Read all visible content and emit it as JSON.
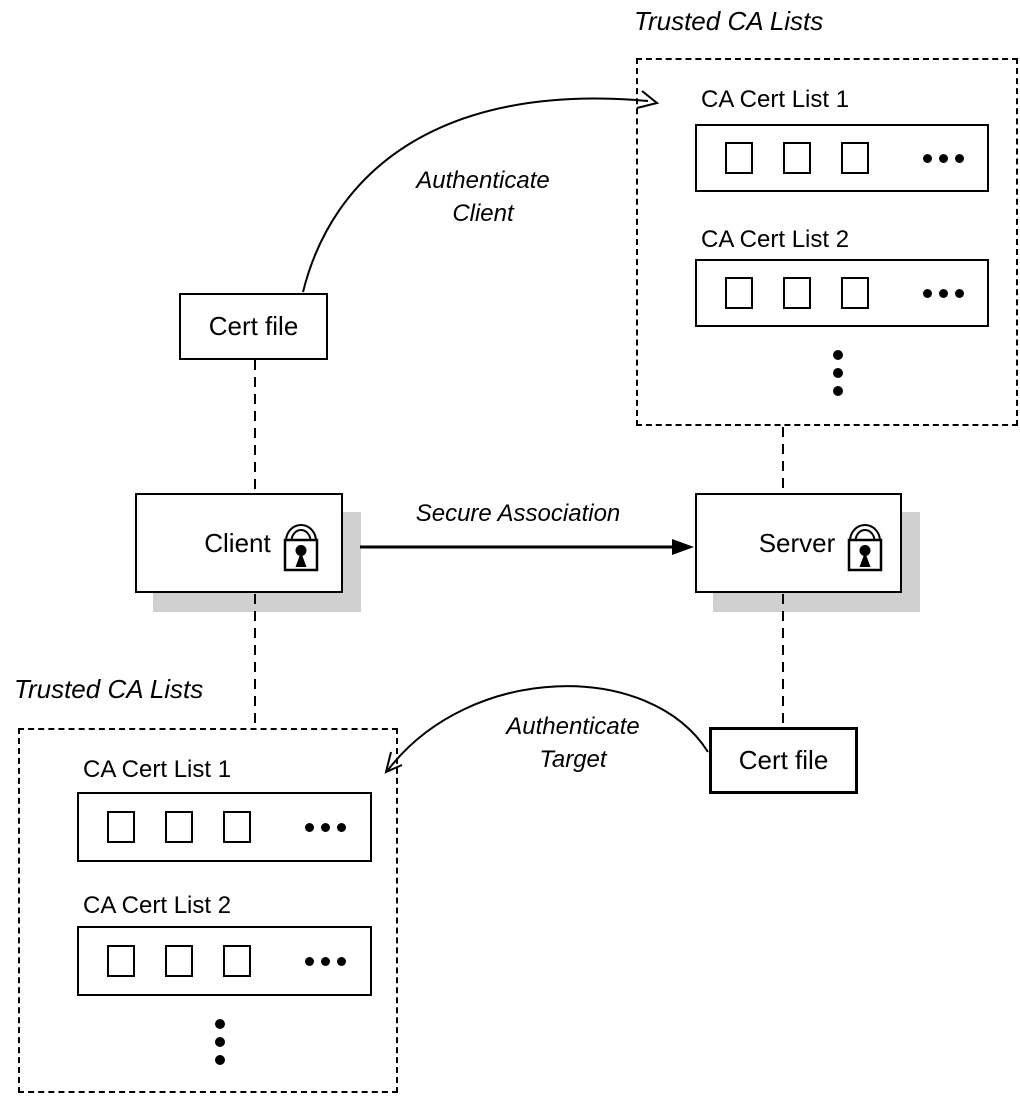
{
  "colors": {
    "ink": "#000000",
    "shadow": "#d0d0d0",
    "background": "#ffffff"
  },
  "client": {
    "label": "Client"
  },
  "server": {
    "label": "Server"
  },
  "client_cert_file": {
    "label": "Cert file"
  },
  "server_cert_file": {
    "label": "Cert file"
  },
  "server_trusted_ca": {
    "title": "Trusted CA Lists",
    "lists": [
      {
        "name": "CA Cert List 1"
      },
      {
        "name": "CA Cert List 2"
      }
    ]
  },
  "client_trusted_ca": {
    "title": "Trusted CA Lists",
    "lists": [
      {
        "name": "CA Cert List 1"
      },
      {
        "name": "CA Cert List 2"
      }
    ]
  },
  "flows": {
    "authenticate_client": {
      "line1": "Authenticate",
      "line2": "Client"
    },
    "secure_association": {
      "label": "Secure Association"
    },
    "authenticate_target": {
      "line1": "Authenticate",
      "line2": "Target"
    }
  },
  "icons": {
    "padlock": "padlock-icon",
    "certificate_square": "certificate-square-icon",
    "more_horizontal": "horizontal-ellipsis-icon",
    "more_vertical": "vertical-ellipsis-icon"
  }
}
